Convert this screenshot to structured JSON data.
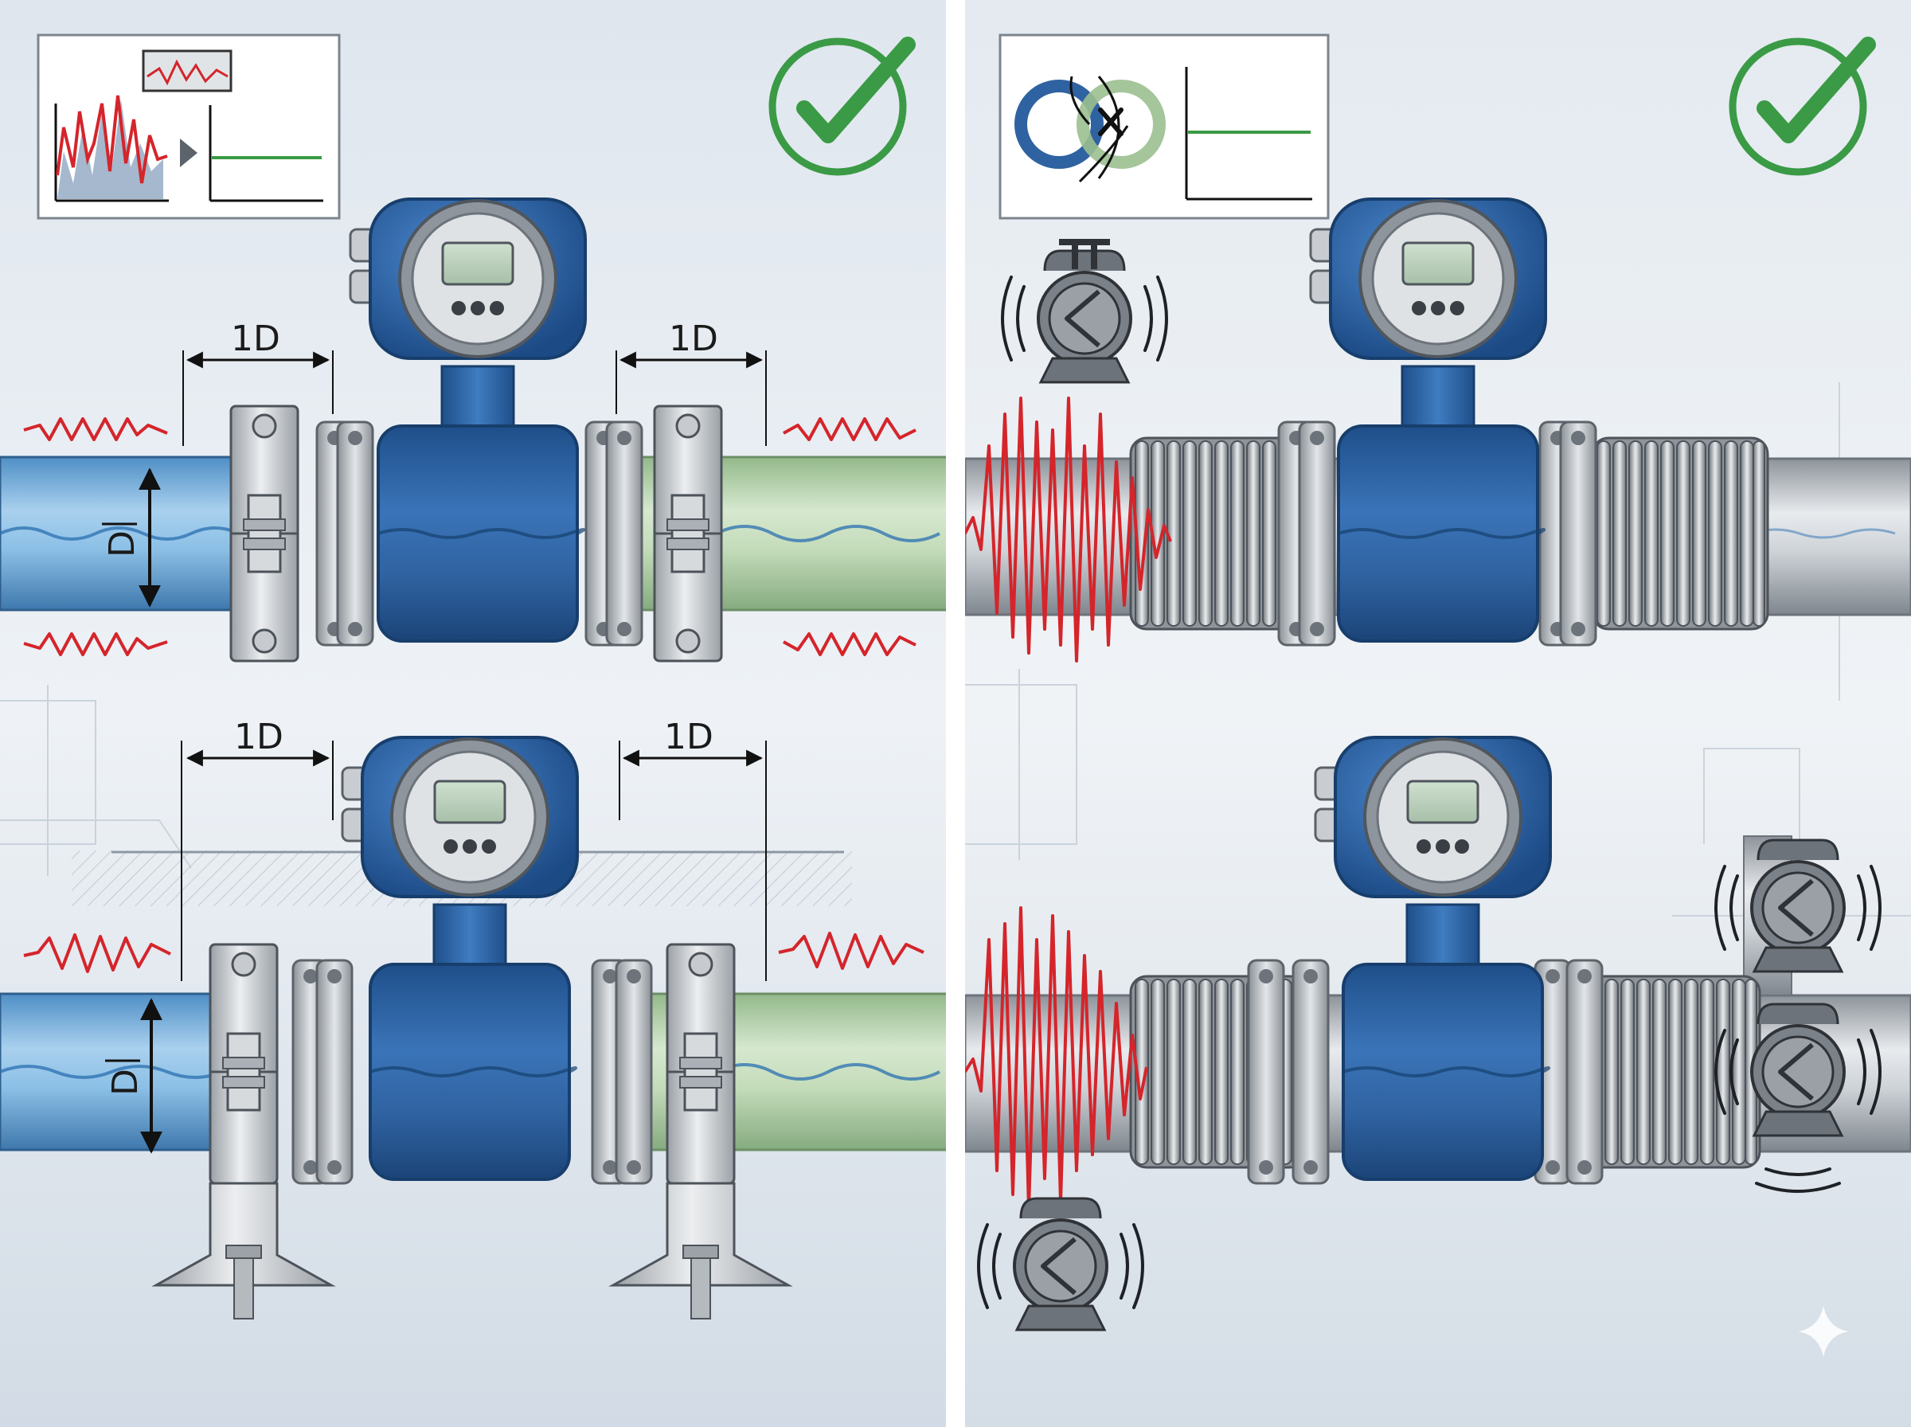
{
  "panels": {
    "left": {
      "status": "correct",
      "inset": "signal-before-after-damping",
      "top_assembly": {
        "dim_upstream": "1D",
        "dim_downstream": "1D",
        "diameter": "D",
        "upstream_pipe_color": "#7fb6df",
        "downstream_pipe_color": "#b9d8b0"
      },
      "bottom_assembly": {
        "dim_upstream": "1D",
        "dim_downstream": "1D",
        "diameter": "D",
        "support": "floor-mounted-brackets"
      }
    },
    "right": {
      "status": "correct",
      "inset": "misalignment-decoupled",
      "top_assembly": {
        "connection": "flexible-bellows",
        "vibration_source": "pump"
      },
      "bottom_assembly": {
        "connection": "flexible-bellows",
        "vibration_source": "pumps"
      }
    }
  },
  "colors": {
    "meter_blue": "#2f62a0",
    "check_green": "#3a9a45",
    "vibration_red": "#d4252b",
    "steel": "#b9bec4",
    "background": "#e6ecf2"
  },
  "icons": [
    "check-icon",
    "pump-icon",
    "flowmeter-icon",
    "bellows-icon",
    "vibration-wave-icon"
  ]
}
